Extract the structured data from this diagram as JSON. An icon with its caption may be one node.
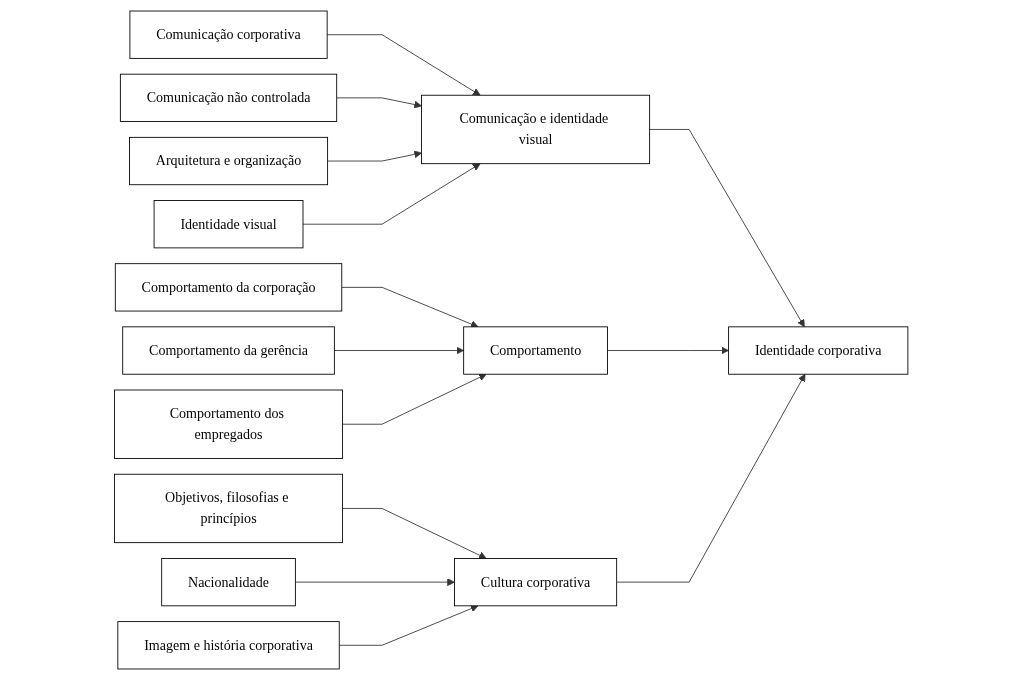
{
  "diagram": {
    "nodes": [
      {
        "text": [
          "Comunicação corporativa"
        ]
      },
      {
        "text": [
          "Comunicação não controlada"
        ]
      },
      {
        "text": [
          "Arquitetura e organização"
        ]
      },
      {
        "text": [
          "Identidade visual"
        ]
      },
      {
        "text": [
          "Comunicação e identidade visual"
        ]
      },
      {
        "text": [
          "Comportamento da corporação"
        ]
      },
      {
        "text": [
          "Comportamento da gerência"
        ]
      },
      {
        "text": [
          "Comportamento dos empregados"
        ]
      },
      {
        "text": [
          "Comportamento"
        ]
      },
      {
        "text": [
          "Identidade corporativa"
        ]
      },
      {
        "text": [
          "Objetivos, filosofias e princípios"
        ]
      },
      {
        "text": [
          "Nacionalidade"
        ]
      },
      {
        "text": [
          "Imagem e história corporativa"
        ]
      },
      {
        "text": [
          "Cultura corporativa"
        ]
      }
    ],
    "edges": [
      {
        "from": 0,
        "to": 4,
        "arrow": "to"
      },
      {
        "from": 1,
        "to": 4,
        "arrow": "to"
      },
      {
        "from": 2,
        "to": 4,
        "arrow": "to"
      },
      {
        "from": 3,
        "to": 4,
        "arrow": "to"
      },
      {
        "from": 4,
        "to": 9,
        "arrow": "to"
      },
      {
        "from": 5,
        "to": 8,
        "arrow": "to"
      },
      {
        "from": 6,
        "to": 8,
        "arrow": "to"
      },
      {
        "from": 7,
        "to": 8,
        "arrow": "to"
      },
      {
        "from": 8,
        "to": 9,
        "arrow": "to"
      },
      {
        "from": 10,
        "to": 13,
        "arrow": "to"
      },
      {
        "from": 11,
        "to": 13,
        "arrow": "to"
      },
      {
        "from": 12,
        "to": 13,
        "arrow": "to"
      },
      {
        "from": 13,
        "to": 9,
        "arrow": "to"
      }
    ]
  }
}
